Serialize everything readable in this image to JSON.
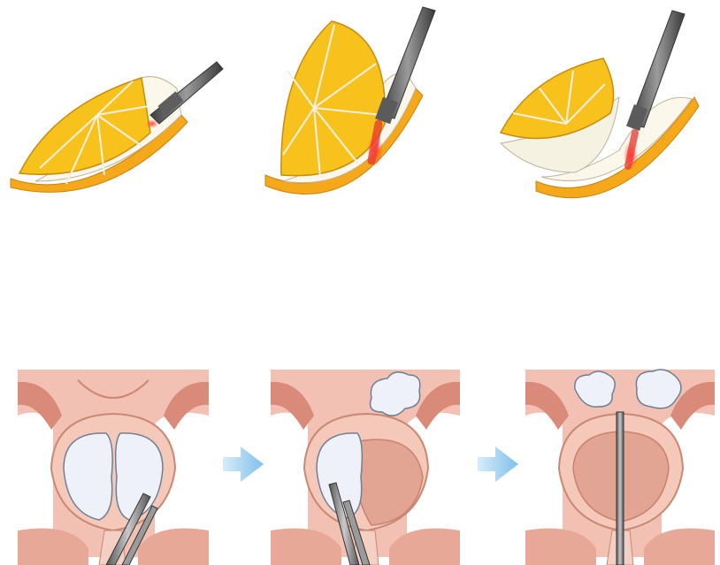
{
  "figure": {
    "top_row": {
      "panels": [
        {
          "step": 1,
          "subject": "orange-slice",
          "tool": "laser-fiber",
          "beam": "red"
        },
        {
          "step": 2,
          "subject": "orange-slice",
          "tool": "laser-fiber",
          "beam": "red"
        },
        {
          "step": 3,
          "subject": "orange-slice",
          "tool": "laser-fiber",
          "beam": "red"
        }
      ]
    },
    "bottom_row": {
      "panels": [
        {
          "step": 1,
          "subject": "prostate-cross-section"
        },
        {
          "step": 2,
          "subject": "prostate-cross-section"
        },
        {
          "step": 3,
          "subject": "prostate-cross-section"
        }
      ],
      "connectors": [
        "arrow-right",
        "arrow-right"
      ]
    },
    "colors": {
      "orange_flesh": "#f8c21c",
      "orange_rind": "#f4a81a",
      "pith": "#fbf7ea",
      "laser_red": "#e5382e",
      "fiber_gray": "#6f6f6f",
      "tissue_pink": "#f2c1b4",
      "bladder_rose": "#e3a593",
      "adenoma_white": "#eef2f8",
      "arrow_blue": "#9fd0ee"
    }
  }
}
